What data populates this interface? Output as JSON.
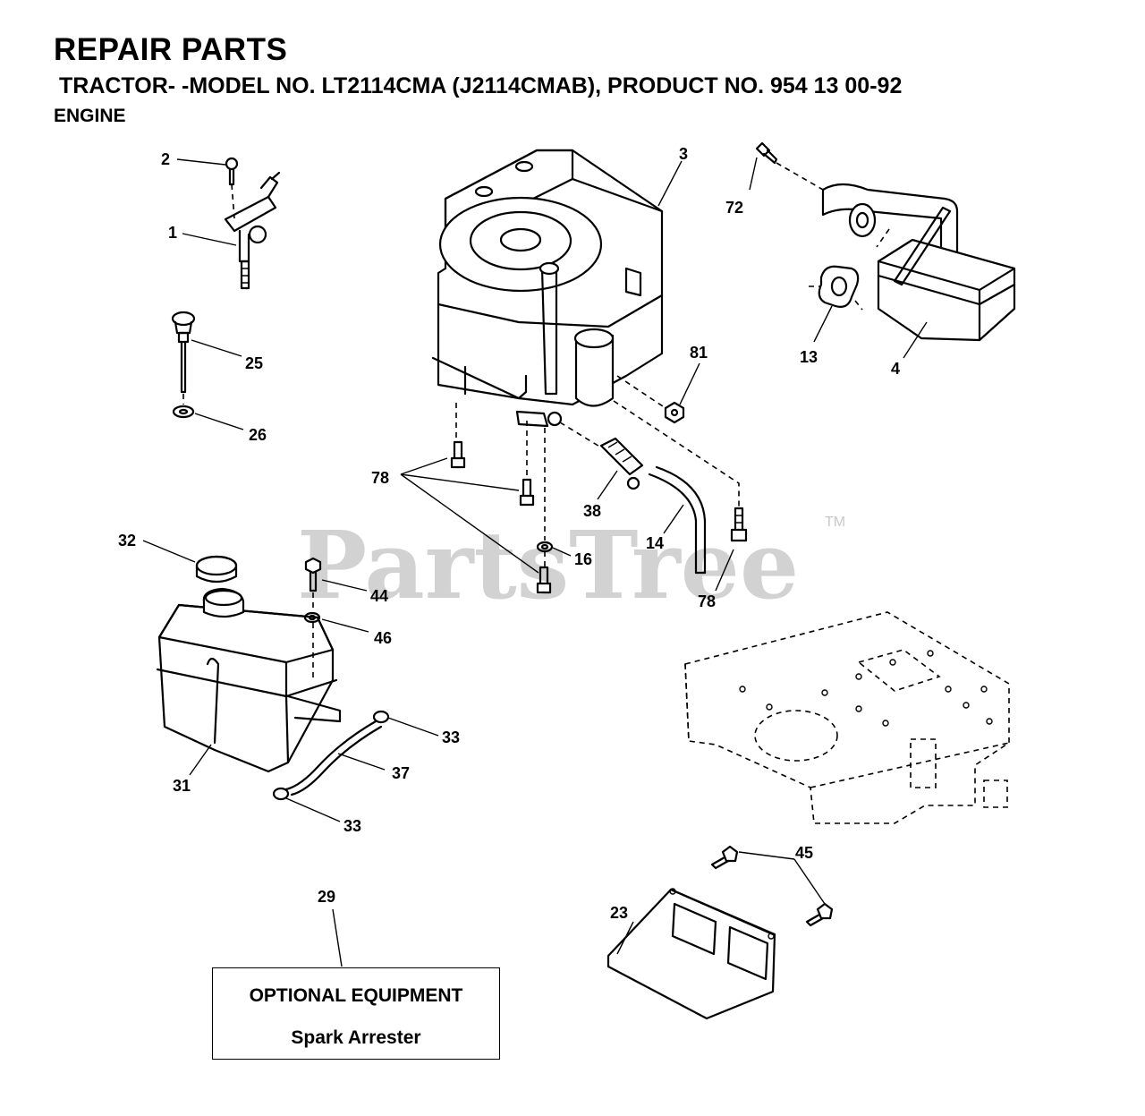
{
  "header": {
    "title": "REPAIR PARTS",
    "subtitle": "TRACTOR- -MODEL NO. LT2114CMA (J2114CMAB), PRODUCT NO. 954 13 00-92",
    "section": "ENGINE"
  },
  "watermark": {
    "text": "PartsTree",
    "trademark": "TM"
  },
  "callouts": {
    "p1": "1",
    "p2": "2",
    "p3": "3",
    "p4": "4",
    "p13": "13",
    "p14": "14",
    "p16": "16",
    "p23": "23",
    "p25": "25",
    "p26": "26",
    "p29": "29",
    "p31": "31",
    "p32": "32",
    "p33a": "33",
    "p33b": "33",
    "p37": "37",
    "p38": "38",
    "p44": "44",
    "p45": "45",
    "p46": "46",
    "p72": "72",
    "p78a": "78",
    "p78b": "78",
    "p81": "81"
  },
  "optional_equipment": {
    "title": "OPTIONAL EQUIPMENT",
    "item": "Spark Arrester"
  }
}
